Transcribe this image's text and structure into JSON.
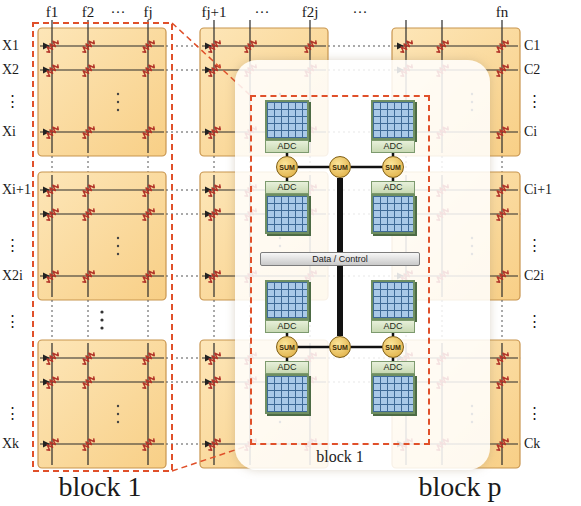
{
  "diagram": {
    "nodes": [
      {
        "text": [
          "block 1"
        ]
      },
      {
        "text": [
          "ADC"
        ],
        "in": 0
      },
      {
        "text": [
          "ADC"
        ],
        "in": 0
      },
      {
        "text": [
          "SUM"
        ],
        "in": 0
      },
      {
        "text": [
          "SUM"
        ],
        "in": 0
      },
      {
        "text": [
          "SUM"
        ],
        "in": 0
      },
      {
        "text": [
          "ADC"
        ],
        "in": 0
      },
      {
        "text": [
          "ADC"
        ],
        "in": 0
      },
      {
        "text": [
          "Data / Control"
        ],
        "in": 0
      },
      {
        "text": [
          "ADC"
        ],
        "in": 0
      },
      {
        "text": [
          "ADC"
        ],
        "in": 0
      },
      {
        "text": [
          "SUM"
        ],
        "in": 0
      },
      {
        "text": [
          "SUM"
        ],
        "in": 0
      },
      {
        "text": [
          "SUM"
        ],
        "in": 0
      },
      {
        "text": [
          "ADC"
        ],
        "in": 0
      },
      {
        "text": [
          "ADC"
        ],
        "in": 0
      }
    ],
    "edges": [
      {
        "from": 1,
        "to": 3,
        "arrow": "none"
      },
      {
        "from": 6,
        "to": 3,
        "arrow": "none"
      },
      {
        "from": 3,
        "to": 4,
        "arrow": "none"
      },
      {
        "from": 5,
        "to": 4,
        "arrow": "none"
      },
      {
        "from": 2,
        "to": 5,
        "arrow": "none"
      },
      {
        "from": 7,
        "to": 5,
        "arrow": "none"
      },
      {
        "from": 4,
        "to": 8,
        "arrow": "none"
      },
      {
        "from": 12,
        "to": 8,
        "arrow": "none"
      },
      {
        "from": 9,
        "to": 11,
        "arrow": "none"
      },
      {
        "from": 14,
        "to": 11,
        "arrow": "none"
      },
      {
        "from": 11,
        "to": 12,
        "arrow": "none"
      },
      {
        "from": 13,
        "to": 12,
        "arrow": "none"
      },
      {
        "from": 10,
        "to": 13,
        "arrow": "none"
      },
      {
        "from": 15,
        "to": 13,
        "arrow": "none"
      }
    ],
    "labels": [
      "f1",
      "f2",
      "···",
      "fj",
      "fj+1",
      "···",
      "f2j",
      "···",
      "fn",
      "X1",
      "X2",
      "⋮",
      "Xi",
      "Xi+1",
      "⋮",
      "X2i",
      "⋮",
      "⋮",
      "Xk",
      "C1",
      "C2",
      "⋮",
      "Ci",
      "Ci+1",
      "⋮",
      "C2i",
      "⋮",
      "⋮",
      "Ck",
      "block 1",
      "block p"
    ]
  }
}
